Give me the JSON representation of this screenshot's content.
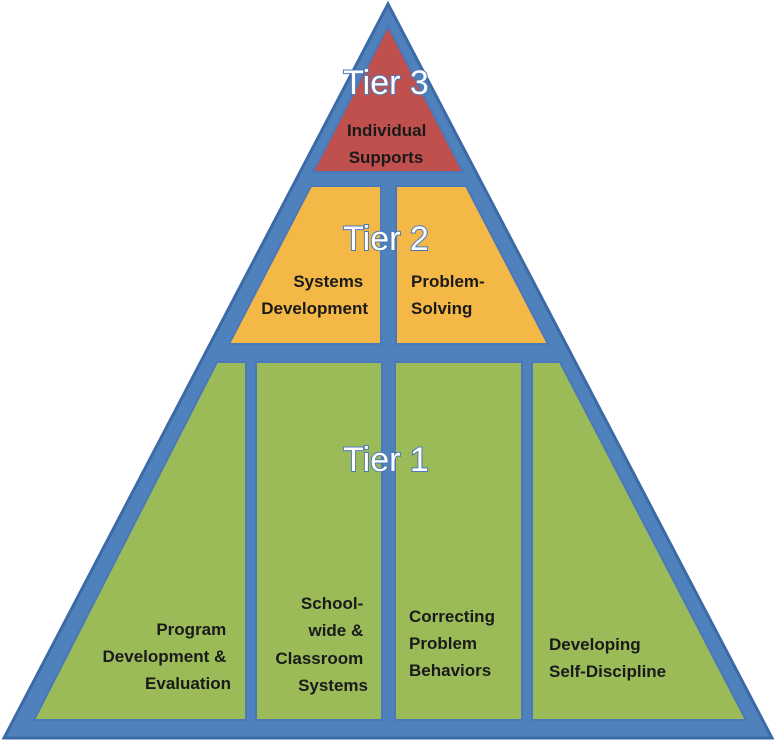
{
  "colors": {
    "frame": "#4f81bd",
    "frame_stroke": "#3b6aa6",
    "tier3_fill": "#c0504d",
    "tier2_fill": "#f4b847",
    "tier1_fill": "#9bbb59",
    "cell_stroke": "#4a78b8"
  },
  "tiers": [
    {
      "title": "Tier 3",
      "cells": [
        {
          "lines": [
            "Individual",
            "Supports"
          ]
        }
      ]
    },
    {
      "title": "Tier 2",
      "cells": [
        {
          "lines": [
            "Systems",
            "Development"
          ]
        },
        {
          "lines": [
            "Problem-",
            "Solving"
          ]
        }
      ]
    },
    {
      "title": "Tier 1",
      "cells": [
        {
          "lines": [
            "Program",
            "Development &",
            "Evaluation"
          ]
        },
        {
          "lines": [
            "School-",
            "wide &",
            "Classroom",
            "Systems"
          ]
        },
        {
          "lines": [
            "Correcting",
            "Problem",
            "Behaviors"
          ]
        },
        {
          "lines": [
            "Developing",
            "Self-Discipline"
          ]
        }
      ]
    }
  ]
}
